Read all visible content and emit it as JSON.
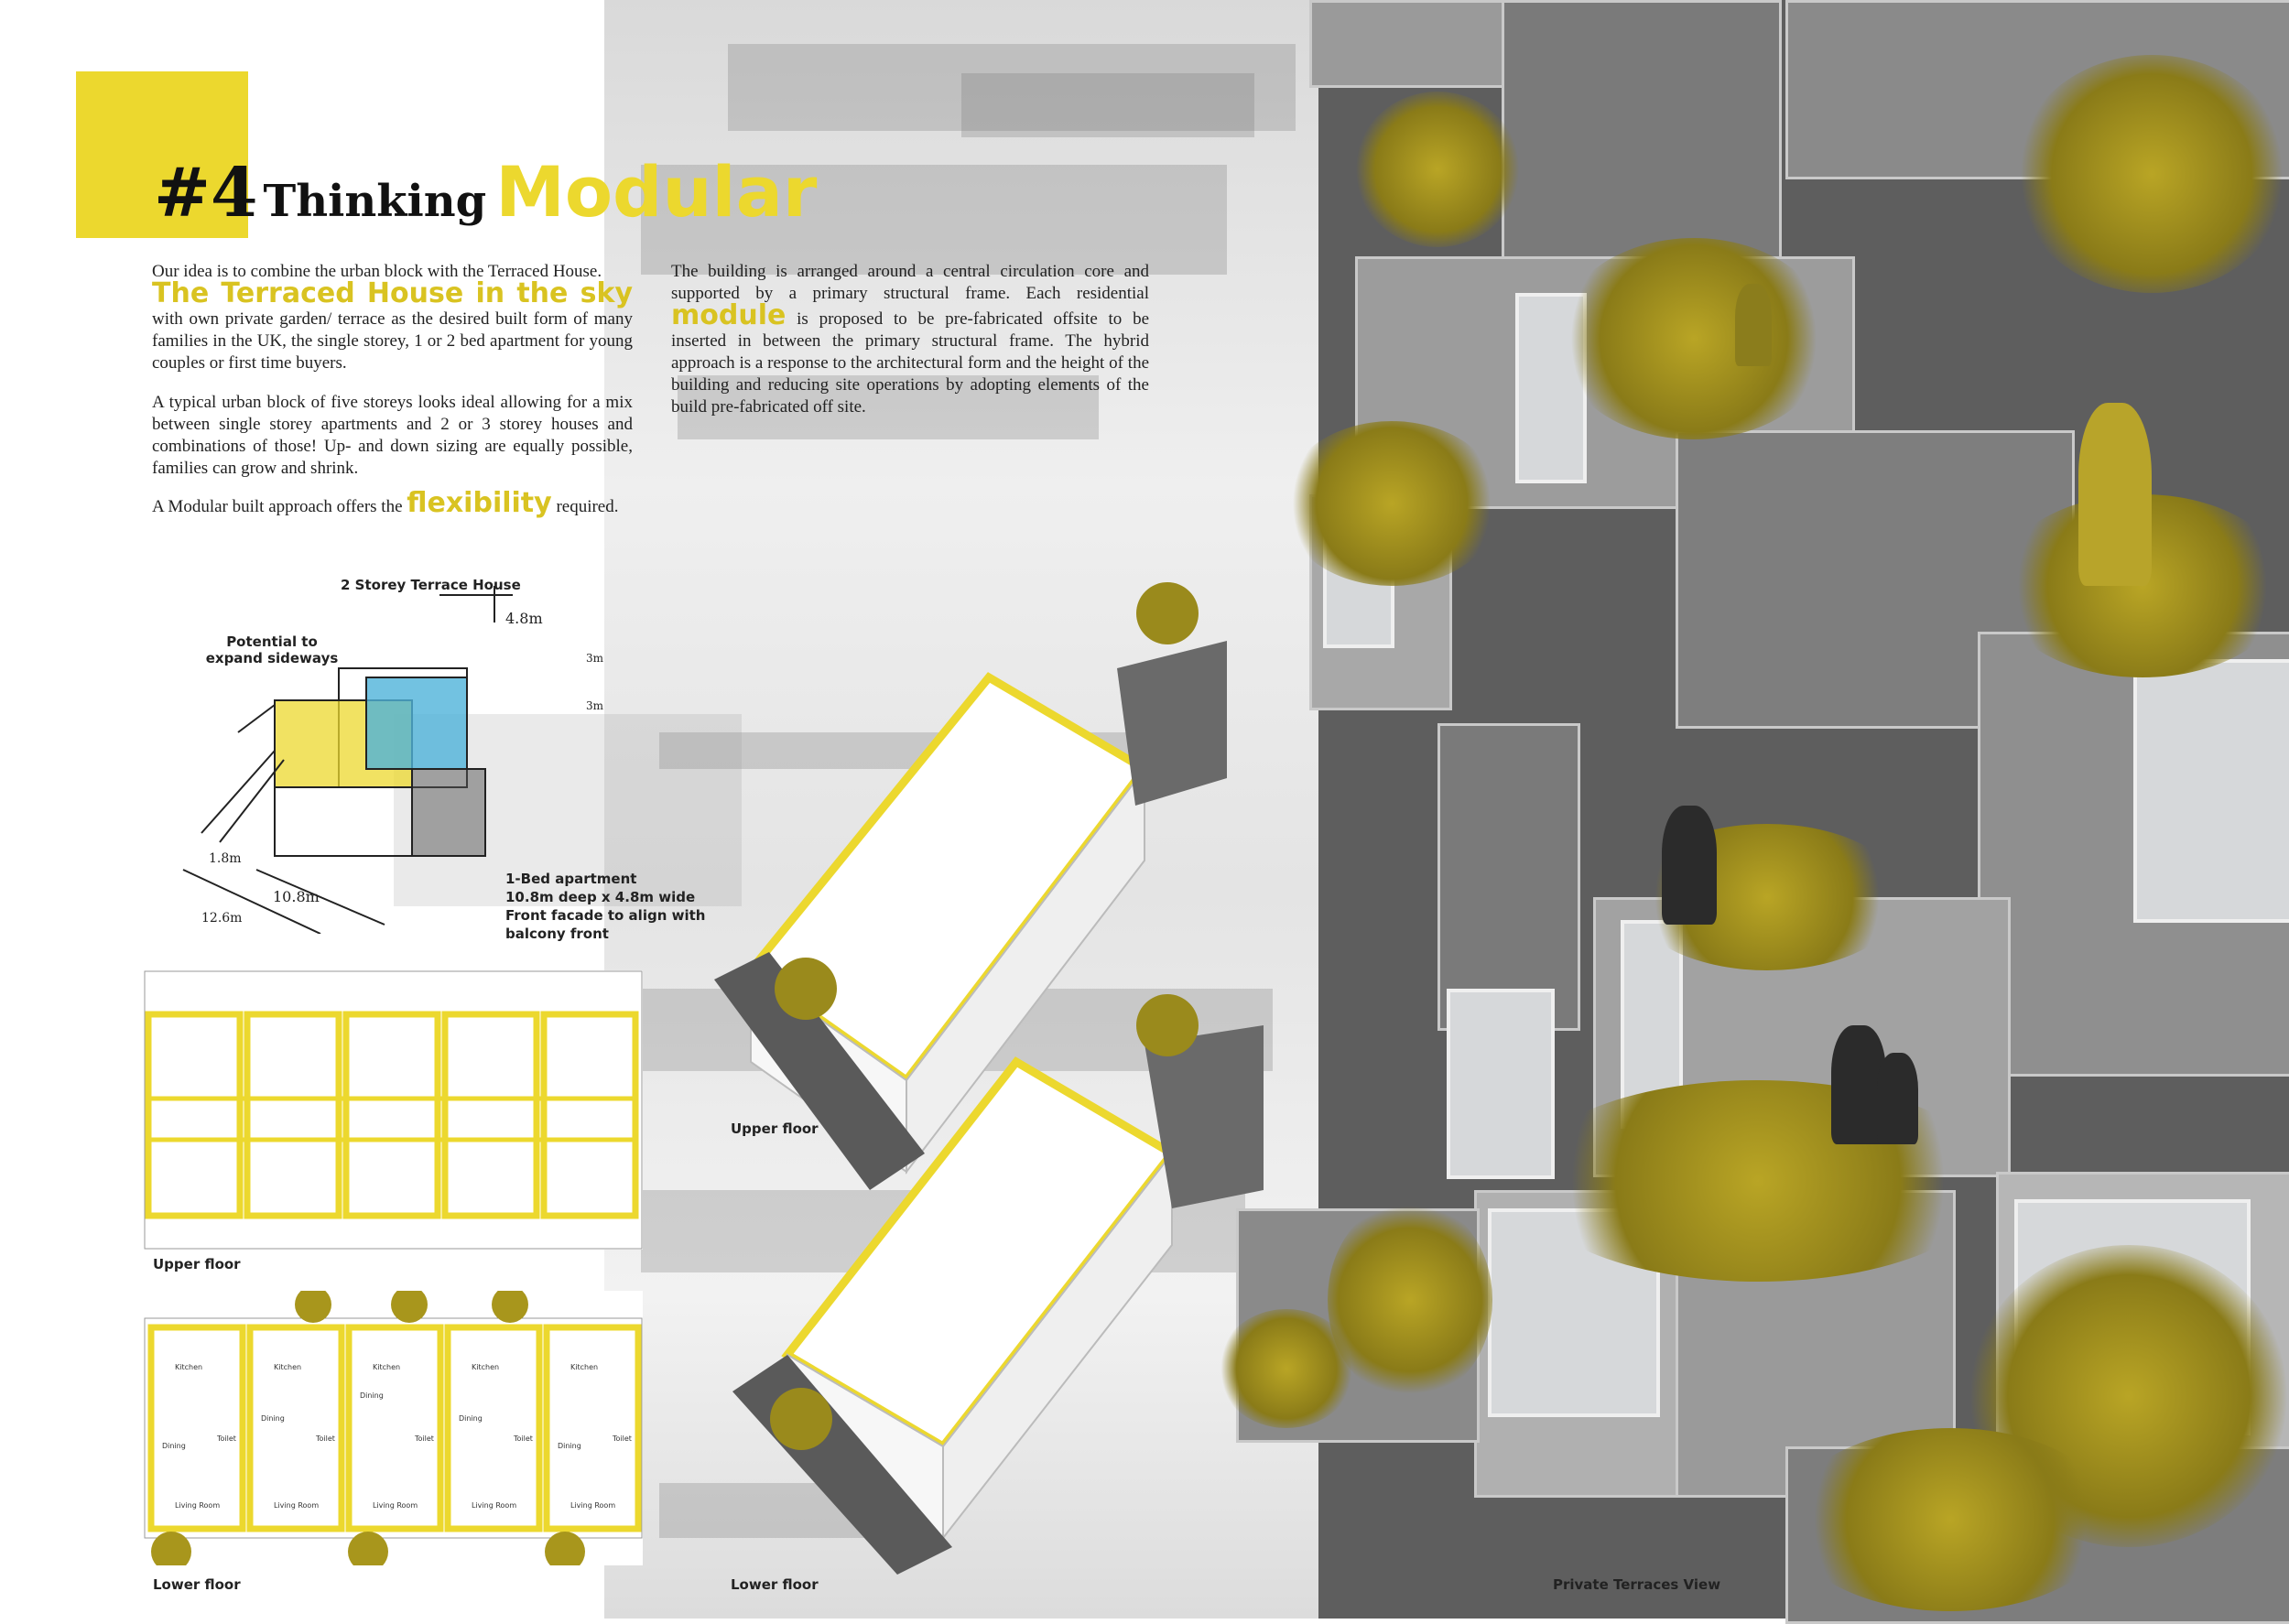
{
  "title": {
    "number": "#4",
    "word": "Thinking",
    "highlight": "Modular"
  },
  "intro": {
    "line1": "Our idea is to combine the urban block with the Terraced House.",
    "highlight1": "The Terraced House in the sky",
    "rest1": "with own private garden/ terrace as the desired built form of many families in the UK, the single storey, 1 or 2 bed apartment for young couples or first time buyers.",
    "para2": "A typical urban block of five storeys looks ideal allowing for a mix between single storey apartments and 2 or 3 storey houses and combinations of those! Up- and down sizing are equally possible, families can grow and shrink.",
    "para3_pre": "A Modular built approach offers the",
    "para3_highlight": "flexibility",
    "para3_post": "required."
  },
  "right_text": {
    "pre": "The building is arranged around a central circulation core and supported by a primary structural frame. Each residential",
    "highlight": "module",
    "post": "is proposed to be pre-fabricated offsite to be inserted in between the primary structural frame. The hybrid approach is a response to the architectural form and the height of the building and reducing site operations by adopting elements of the build pre-fabricated off site."
  },
  "sketch": {
    "title": "2 Storey Terrace House",
    "note_expand": "Potential to expand sideways",
    "dim_width": "4.8m",
    "dim_h1": "3m",
    "dim_h2": "3m",
    "dim_a": "1.8m",
    "dim_b": "10.8m",
    "dim_c": "12.6m",
    "apt_line1": "1-Bed apartment",
    "apt_line2": "10.8m deep x 4.8m wide",
    "apt_line3": "Front facade to align with",
    "apt_line4": "balcony front"
  },
  "plan_labels": {
    "upper_floor": "Upper floor",
    "lower_floor": "Lower floor",
    "kitchen": "Kitchen",
    "dining": "Dining",
    "toilet": "Toilet",
    "living_room": "Living Room"
  },
  "axo_labels": {
    "upper_floor": "Upper floor",
    "lower_floor": "Lower floor"
  },
  "view_label": "Private Terraces View",
  "colors": {
    "accent": "#ecd82e",
    "grey": "#8c8c8c"
  }
}
